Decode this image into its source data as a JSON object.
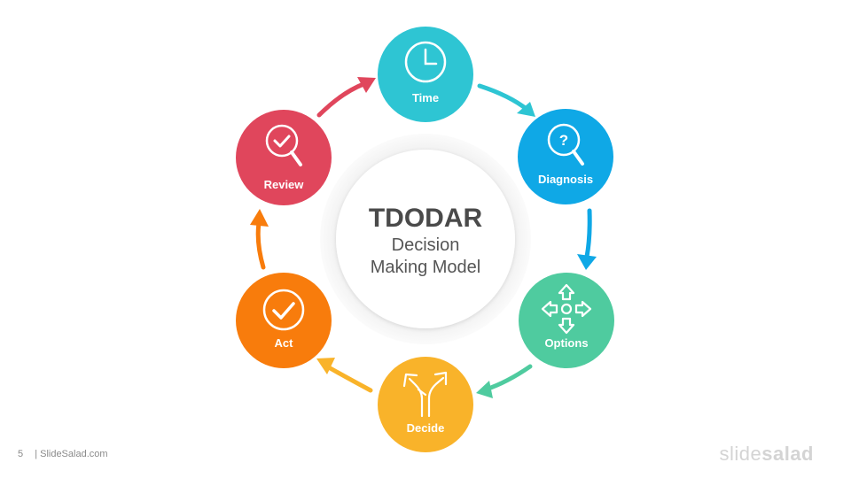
{
  "center": {
    "title": "TDODAR",
    "subtitle_line1": "Decision",
    "subtitle_line2": "Making Model"
  },
  "nodes": [
    {
      "label": "Time",
      "color": "#2ec5d3",
      "icon": "clock-icon"
    },
    {
      "label": "Diagnosis",
      "color": "#0fa8e6",
      "icon": "magnifier-question-icon"
    },
    {
      "label": "Options",
      "color": "#4fcb9f",
      "icon": "four-direction-arrows-icon"
    },
    {
      "label": "Decide",
      "color": "#f9b32a",
      "icon": "fork-arrows-icon"
    },
    {
      "label": "Act",
      "color": "#f87c0c",
      "icon": "check-circle-icon"
    },
    {
      "label": "Review",
      "color": "#e0465c",
      "icon": "magnifier-check-icon"
    }
  ],
  "arrow_colors": {
    "time_to_diagnosis": "#2ec5d3",
    "diagnosis_to_options": "#0fa8e6",
    "options_to_decide": "#4fcb9f",
    "decide_to_act": "#f9b32a",
    "act_to_review": "#f87c0c",
    "review_to_time": "#e0465c"
  },
  "footer": {
    "page_number": "5",
    "site": "| SlideSalad.com"
  },
  "brand": {
    "part1": "slide",
    "part2": "salad"
  }
}
